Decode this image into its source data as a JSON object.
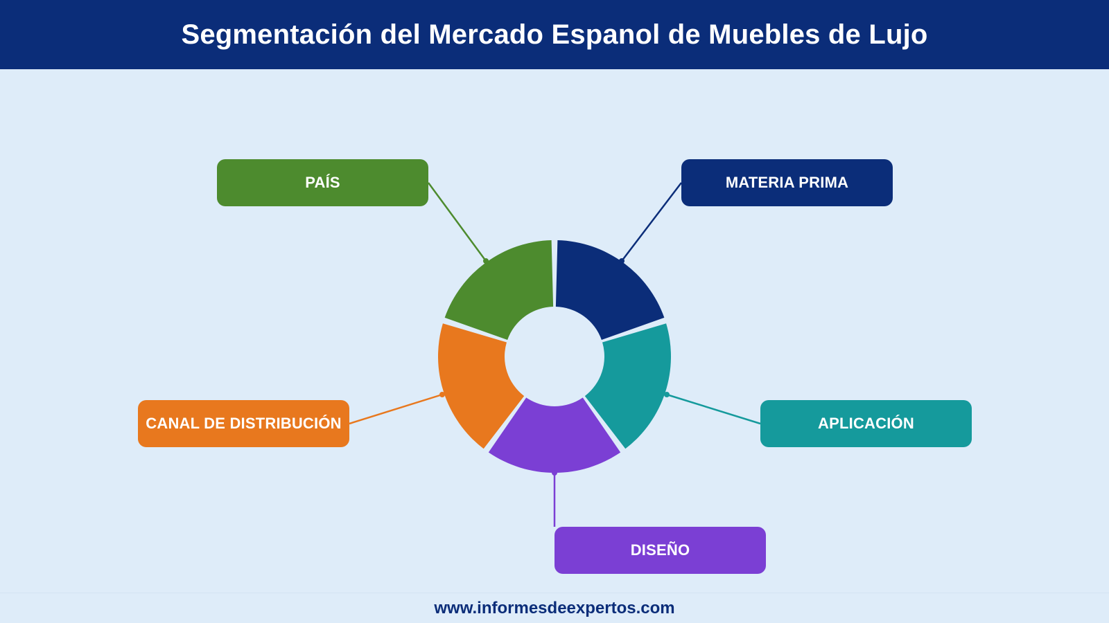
{
  "header": {
    "title": "Segmentación del Mercado Espanol de Muebles de Lujo"
  },
  "segments": [
    {
      "id": "pais",
      "label": "PAÍS",
      "color": "#4d8b2e"
    },
    {
      "id": "materia-prima",
      "label": "MATERIA PRIMA",
      "color": "#0b2d79"
    },
    {
      "id": "aplicacion",
      "label": "APLICACIÓN",
      "color": "#159a9c"
    },
    {
      "id": "diseno",
      "label": "DISEÑO",
      "color": "#7b3fd4"
    },
    {
      "id": "canal-de-distribucion",
      "label": "CANAL DE DISTRIBUCIÓN",
      "color": "#e8781e"
    }
  ],
  "footer": {
    "url": "www.informesdeexpertos.com"
  }
}
